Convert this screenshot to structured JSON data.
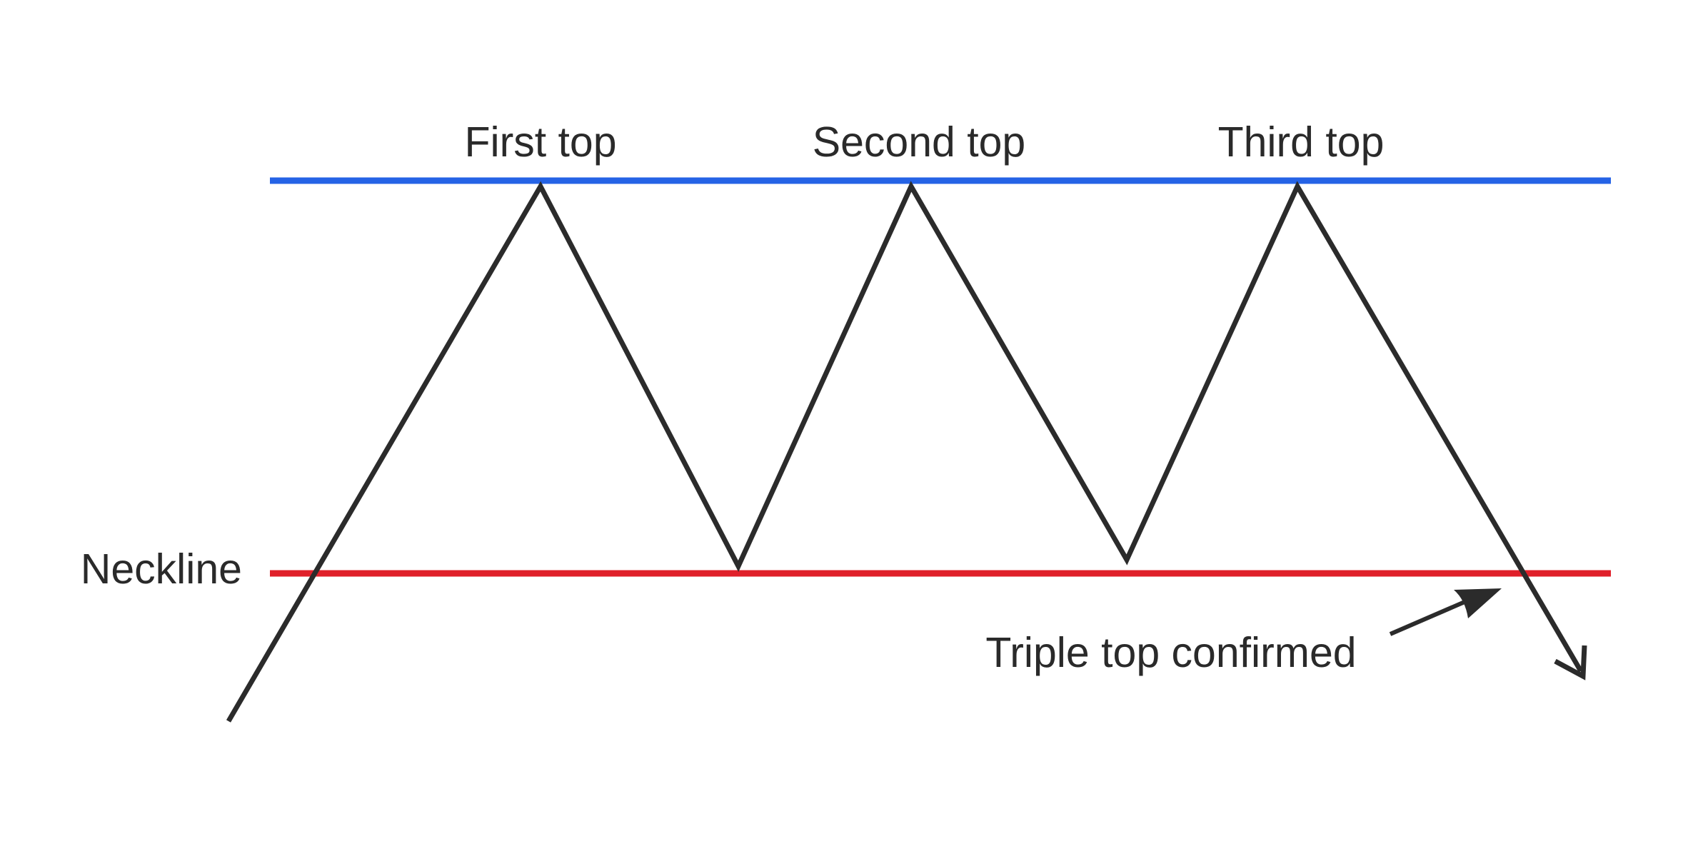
{
  "labels": {
    "first_top": "First top",
    "second_top": "Second top",
    "third_top": "Third top",
    "neckline": "Neckline",
    "confirmation": "Triple top confirmed"
  },
  "colors": {
    "resistance_line": "#2563e6",
    "neckline": "#e0202a",
    "price_path": "#2b2b2b",
    "text": "#2a2a2a",
    "background": "#ffffff"
  }
}
